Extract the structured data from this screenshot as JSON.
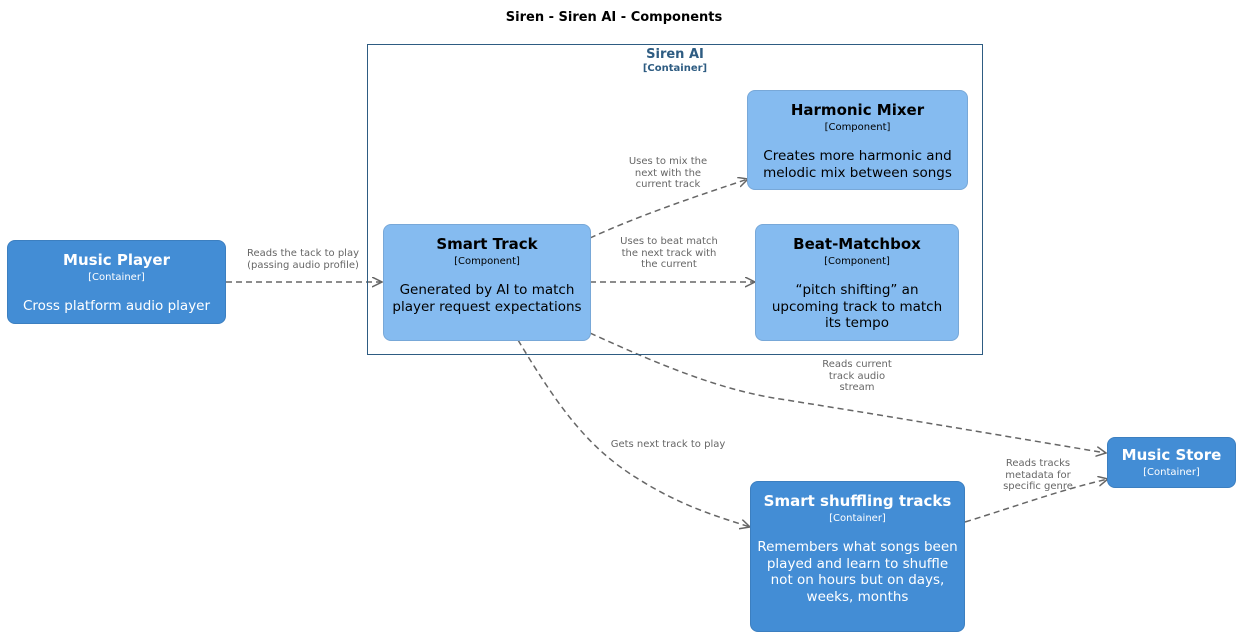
{
  "title": "Siren - Siren AI - Components",
  "boundary": {
    "name": "Siren AI",
    "type": "[Container]"
  },
  "nodes": {
    "music_player": {
      "name": "Music Player",
      "type": "[Container]",
      "desc": "Cross platform audio player"
    },
    "smart_track": {
      "name": "Smart Track",
      "type": "[Component]",
      "desc": "Generated by AI to match player request expectations"
    },
    "harmonic_mixer": {
      "name": "Harmonic Mixer",
      "type": "[Component]",
      "desc": "Creates more harmonic and melodic mix between songs"
    },
    "beat_matchbox": {
      "name": "Beat-Matchbox",
      "type": "[Component]",
      "desc": "“pitch shifting” an upcoming track to match its tempo"
    },
    "music_store": {
      "name": "Music Store",
      "type": "[Container]"
    },
    "smart_shuffling": {
      "name": "Smart shuffling tracks",
      "type": "[Container]",
      "desc": "Remembers what songs been played and learn to shuffle not on hours but on days, weeks, months"
    }
  },
  "edges": {
    "player_to_track": {
      "label": "Reads the tack to play (passing audio profile)"
    },
    "track_to_mixer": {
      "label": "Uses to mix the next with the current track"
    },
    "track_to_beat": {
      "label": "Uses to beat match the next track with the current"
    },
    "track_to_store": {
      "label": "Reads current track audio stream"
    },
    "track_to_shuffling": {
      "label": "Gets next track to play"
    },
    "shuffling_to_store": {
      "label": "Reads tracks metadata for specific genre"
    }
  },
  "colors": {
    "container": "#438dd5",
    "component": "#85bbf0",
    "boundary": "#2e5c82",
    "edge": "#666666"
  }
}
